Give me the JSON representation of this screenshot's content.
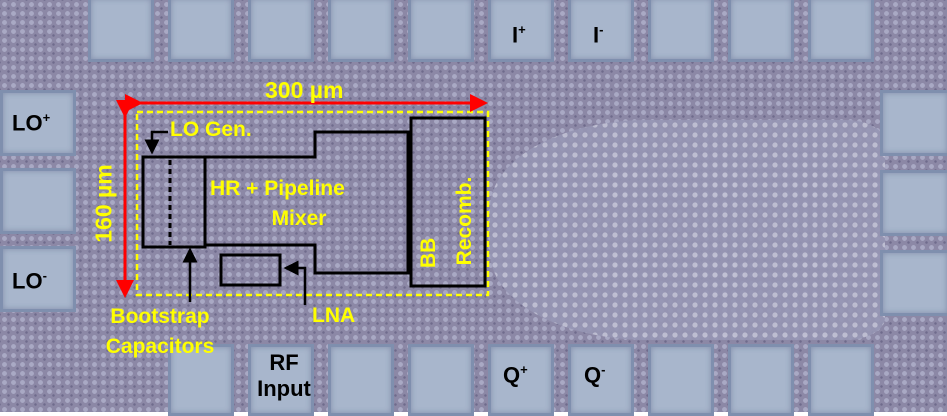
{
  "pins": {
    "lo_plus": {
      "base": "LO",
      "sign": "+"
    },
    "lo_minus": {
      "base": "LO",
      "sign": "-"
    },
    "i_plus": {
      "base": "I",
      "sign": "+"
    },
    "i_minus": {
      "base": "I",
      "sign": "-"
    },
    "q_plus": {
      "base": "Q",
      "sign": "+"
    },
    "q_minus": {
      "base": "Q",
      "sign": "-"
    },
    "rf_input_line1": "RF",
    "rf_input_line2": "Input"
  },
  "dimensions": {
    "width": "300 µm",
    "height": "160 µm"
  },
  "blocks": {
    "lo_gen": "LO Gen.",
    "mixer_line1": "HR + Pipeline",
    "mixer_line2": "Mixer",
    "bb_line1": "BB",
    "bb_line2": "Recomb.",
    "lna": "LNA",
    "bootstrap_line1": "Bootstrap",
    "bootstrap_line2": "Capacitors"
  },
  "colors": {
    "annotation": "#ffff00",
    "dimension_arrow": "#ff0000",
    "block_outline": "#000000"
  }
}
